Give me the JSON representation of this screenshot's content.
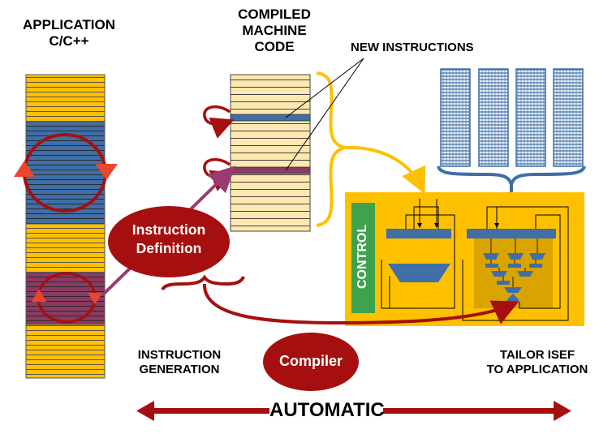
{
  "labels": {
    "application_line1": "APPLICATION",
    "application_line2": "C/C++",
    "compiled_line1": "COMPILED",
    "compiled_line2": "MACHINE",
    "compiled_line3": "CODE",
    "new_instructions": "NEW INSTRUCTIONS",
    "instruction_definition_line1": "Instruction",
    "instruction_definition_line2": "Definition",
    "instruction_generation_line1": "INSTRUCTION",
    "instruction_generation_line2": "GENERATION",
    "compiler": "Compiler",
    "tailor_line1": "TAILOR ISEF",
    "tailor_line2": "TO APPLICATION",
    "control": "CONTROL",
    "automatic": "AUTOMATIC"
  },
  "colors": {
    "yellow": "#FFC000",
    "blue_band": "#3F6FA6",
    "purple_band": "#8B3A62",
    "cream": "#FFE8B0",
    "dark_red": "#A60F0F",
    "fpga_yellow": "#FFC000",
    "fpga_inner": "#D9A300",
    "control_green": "#3FA34D",
    "steel_blue": "#3F6FA6",
    "orange_curve": "#FFC000",
    "mauve_arrow": "#9B3B6F"
  },
  "icons": {
    "loop_arrow": "circular-arrow-icon",
    "bracket": "curly-brace-icon"
  }
}
